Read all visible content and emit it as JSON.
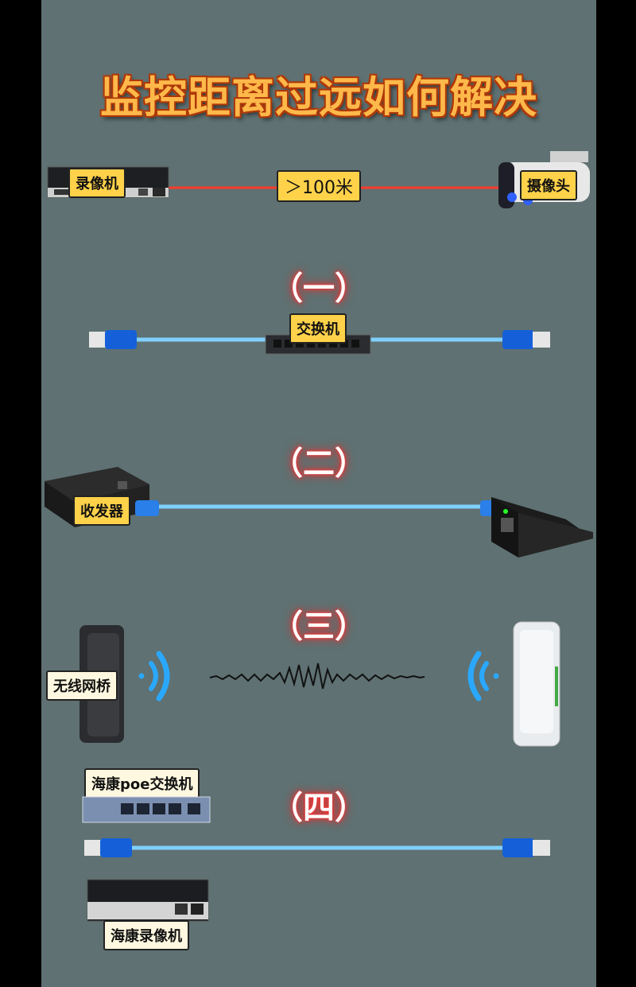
{
  "title": "监控距离过远如何解决",
  "top": {
    "recorder_label": "录像机",
    "distance_label": "＞100米",
    "camera_label": "摄像头"
  },
  "sections": [
    {
      "heading": "（一）",
      "device_label": "交换机"
    },
    {
      "heading": "（二）",
      "device_label": "收发器"
    },
    {
      "heading": "（三）",
      "device_label": "无线网桥"
    },
    {
      "heading": "（四）",
      "device_label": "海康poe交换机",
      "recorder_label": "海康录像机"
    }
  ],
  "colors": {
    "background": "#5f7172",
    "tag": "#ffd24a",
    "title": "#ffb84a",
    "cable": "#7fd0ff",
    "red_line": "#ff3b2a",
    "wifi": "#2aa8ff"
  }
}
